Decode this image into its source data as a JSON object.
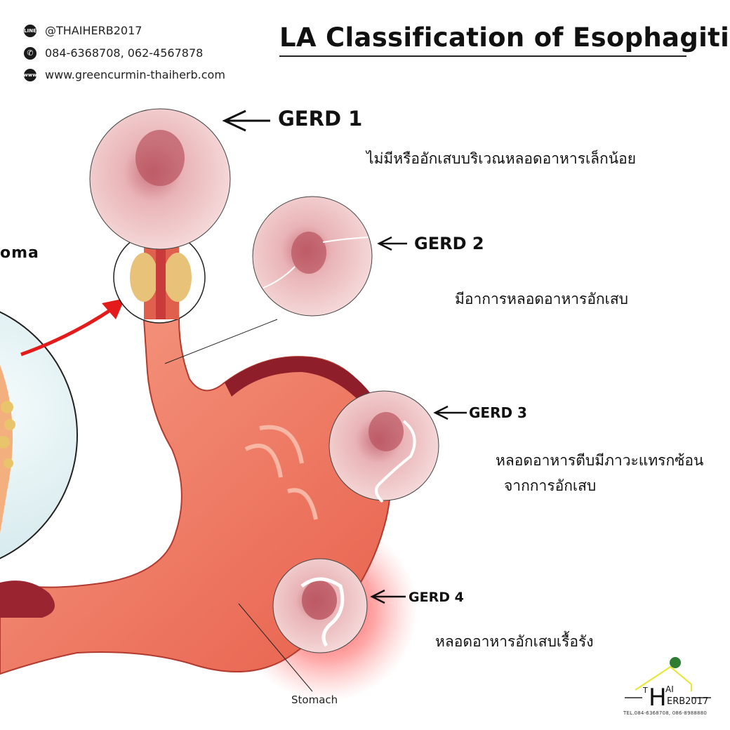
{
  "contacts": [
    {
      "icon": "line-icon",
      "icon_text": "LINE",
      "text": "@THAIHERB2017"
    },
    {
      "icon": "phone-icon",
      "icon_text": "✆",
      "text": "084-6368708, 062-4567878"
    },
    {
      "icon": "web-icon",
      "icon_text": "www",
      "text": "www.greencurmin-thaiherb.com"
    }
  ],
  "title": "LA Classification of Esophagitis",
  "grades": [
    {
      "label": "GERD 1",
      "description": "ไม่มีหรืออักเสบบริเวณหลอดอาหารเล็กน้อย"
    },
    {
      "label": "GERD 2",
      "description": "มีอาการหลอดอาหารอักเสบ"
    },
    {
      "label": "GERD 3",
      "description_line1": "หลอดอาหารตีบมีภาวะแทรกซ้อน",
      "description_line2": "จากการอักเสบ"
    },
    {
      "label": "GERD 4",
      "description": "หลอดอาหารอักเสบเรื้อรัง"
    }
  ],
  "labels": {
    "partial": "oma",
    "stomach": "Stomach"
  },
  "logo": {
    "t": "T",
    "h": "H",
    "ai": "AI",
    "erb": "ERB2017",
    "tel": "TEL.084-6368708, 086-8988880"
  },
  "colors": {
    "stomach": "#f07a62",
    "stomach_dark": "#c9473a",
    "highlight": "#ff2020",
    "logo_roof": "#e6e633"
  }
}
